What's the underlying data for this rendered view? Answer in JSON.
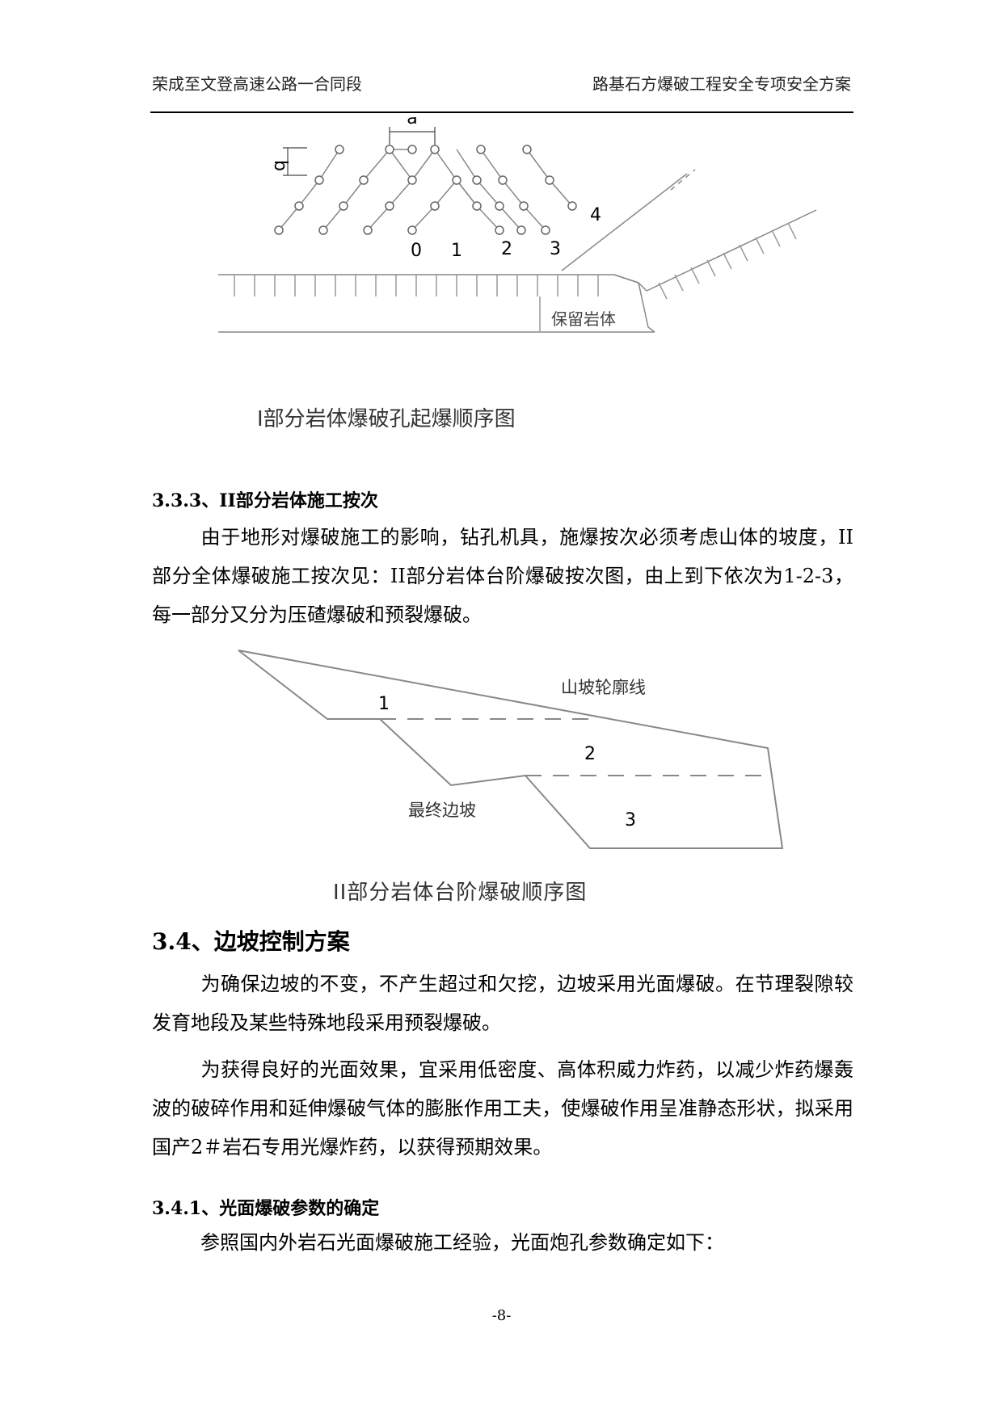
{
  "header": {
    "left": "荣成至文登高速公路一合同段",
    "right": "路基石方爆破工程安全专项安全方案"
  },
  "figure1": {
    "label_a": "a",
    "label_b": "b",
    "order_labels": [
      "0",
      "1",
      "2",
      "3",
      "4"
    ],
    "reserved_rock_label": "保留岩体",
    "caption": "I部分岩体爆破孔起爆顺序图"
  },
  "section_333": {
    "heading": "3.3.3、II部分岩体施工按次",
    "paragraph": "由于地形对爆破施工的影响，钻孔机具，施爆按次必须考虑山体的坡度，II部分全体爆破施工按次见：II部分岩体台阶爆破按次图，由上到下依次为1-2-3，每一部分又分为压碴爆破和预裂爆破。"
  },
  "figure2": {
    "part_labels": [
      "1",
      "2",
      "3"
    ],
    "slope_outline_label": "山坡轮廓线",
    "final_slope_label": "最终边坡",
    "caption": "II部分岩体台阶爆破顺序图"
  },
  "section_34": {
    "heading": "3.4、边坡控制方案",
    "paragraph1": "为确保边坡的不变，不产生超过和欠挖，边坡采用光面爆破。在节理裂隙较发育地段及某些特殊地段采用预裂爆破。",
    "paragraph2": "为获得良好的光面效果，宜采用低密度、高体积威力炸药，以减少炸药爆轰波的破碎作用和延伸爆破气体的膨胀作用工夫，使爆破作用呈准静态形状，拟采用国产2＃岩石专用光爆炸药，以获得预期效果。"
  },
  "section_341": {
    "heading": "3.4.1、光面爆破参数的确定",
    "paragraph": "参照国内外岩石光面爆破施工经验，光面炮孔参数确定如下："
  },
  "footer": {
    "page_number": "-8-"
  }
}
